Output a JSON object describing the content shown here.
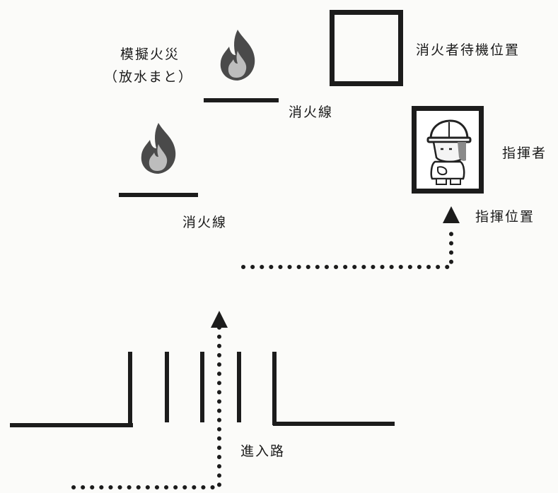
{
  "labels": {
    "mock_fire_line1": "模擬火災",
    "mock_fire_line2": "（放水まと）",
    "extinguish_line_upper": "消火線",
    "extinguish_line_lower": "消火線",
    "standby_position": "消火者待機位置",
    "commander": "指揮者",
    "command_position": "指揮位置",
    "entry_path": "進入路"
  },
  "icons": {
    "fire_upper": "fire-icon",
    "fire_lower": "fire-icon",
    "commander": "firefighter-commander-icon"
  },
  "colors": {
    "ink": "#1c1c1c",
    "flame_outer": "#4a4a4a",
    "flame_inner": "#bdbdbd"
  }
}
